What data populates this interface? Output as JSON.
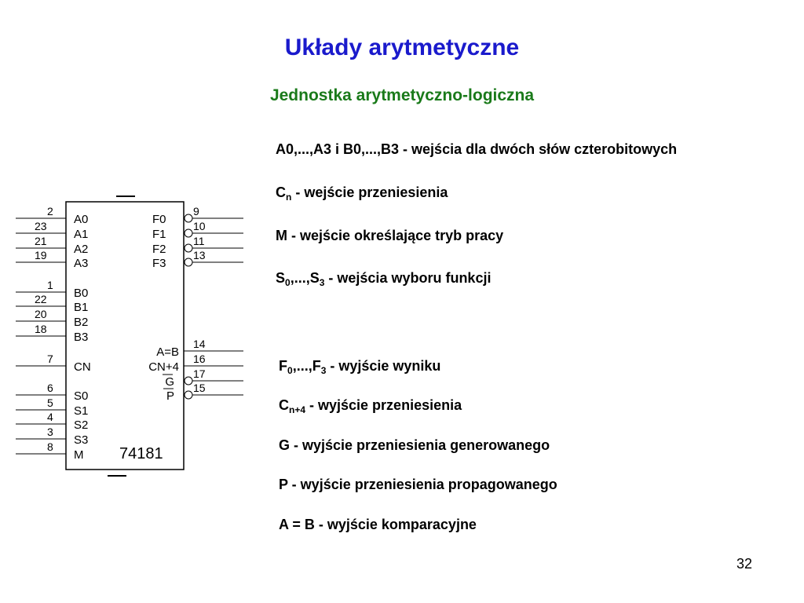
{
  "slide": {
    "title": "Układy arytmetyczne",
    "subtitle": "Jednostka arytmetyczno-logiczna",
    "page_number": "32"
  },
  "descriptions": {
    "inputs_ab": "A0,...,A3 i B0,...,B3 - wejścia dla dwóch słów czterobitowych",
    "cn": {
      "base": "C",
      "sub": "n",
      "text": " - wejście przeniesienia"
    },
    "m": "M - wejście określające tryb pracy",
    "s": {
      "b1": "S",
      "s1": "0",
      "mid": ",...,S",
      "s2": "3",
      "text": " - wejścia wyboru funkcji"
    },
    "f": {
      "b1": "F",
      "s1": "0",
      "mid": ",...,F",
      "s2": "3",
      "text": " - wyjście wyniku"
    },
    "cn4": {
      "base": "C",
      "sub": "n+4",
      "text": " - wyjście przeniesienia"
    },
    "g": "G - wyjście przeniesienia generowanego",
    "p": "P - wyjście przeniesienia propagowanego",
    "aeqb": "A = B - wyjście komparacyjne"
  },
  "chip": {
    "part_number": "74181",
    "left_pins": [
      {
        "pin": "2",
        "label": "A0"
      },
      {
        "pin": "23",
        "label": "A1"
      },
      {
        "pin": "21",
        "label": "A2"
      },
      {
        "pin": "19",
        "label": "A3"
      },
      {
        "pin": "1",
        "label": "B0"
      },
      {
        "pin": "22",
        "label": "B1"
      },
      {
        "pin": "20",
        "label": "B2"
      },
      {
        "pin": "18",
        "label": "B3"
      },
      {
        "pin": "7",
        "label": "CN"
      },
      {
        "pin": "6",
        "label": "S0"
      },
      {
        "pin": "5",
        "label": "S1"
      },
      {
        "pin": "4",
        "label": "S2"
      },
      {
        "pin": "3",
        "label": "S3"
      },
      {
        "pin": "8",
        "label": "M"
      }
    ],
    "right_pins": [
      {
        "pin": "9",
        "label": "F0"
      },
      {
        "pin": "10",
        "label": "F1"
      },
      {
        "pin": "11",
        "label": "F2"
      },
      {
        "pin": "13",
        "label": "F3"
      },
      {
        "pin": "14",
        "label": "A=B"
      },
      {
        "pin": "16",
        "label": "CN+4"
      },
      {
        "pin": "17",
        "label": "G"
      },
      {
        "pin": "15",
        "label": "P"
      }
    ]
  }
}
